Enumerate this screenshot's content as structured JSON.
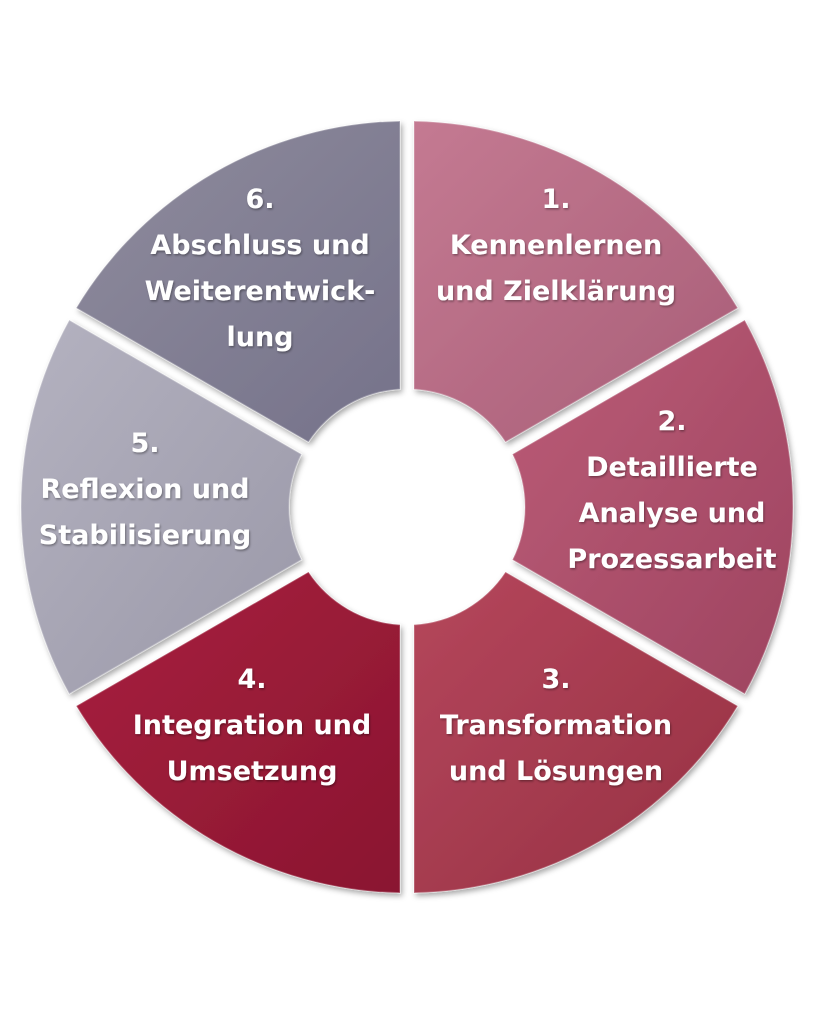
{
  "cycle": {
    "segments": [
      {
        "number": "1.",
        "lines": [
          "Kennenlernen",
          "und Zielklärung"
        ],
        "color": "#c47a92",
        "color_dark": "#a85d77"
      },
      {
        "number": "2.",
        "lines": [
          "Detaillierte",
          "Analyse und",
          "Prozessarbeit"
        ],
        "color": "#bb5c77",
        "color_dark": "#9e4460"
      },
      {
        "number": "3.",
        "lines": [
          "Transformation",
          "und Lösungen"
        ],
        "color": "#b5475c",
        "color_dark": "#963043"
      },
      {
        "number": "4.",
        "lines": [
          "Integration und",
          "Umsetzung"
        ],
        "color": "#a8213f",
        "color_dark": "#8a1530"
      },
      {
        "number": "5.",
        "lines": [
          "Reflexion und",
          "Stabilisierung"
        ],
        "color": "#b4b2c0",
        "color_dark": "#9a98a8"
      },
      {
        "number": "6.",
        "lines": [
          "Abschluss und",
          "Weiterentwick-",
          "lung"
        ],
        "color": "#8f8c9d",
        "color_dark": "#75728a"
      }
    ]
  }
}
